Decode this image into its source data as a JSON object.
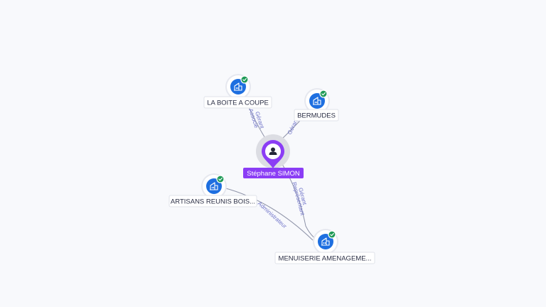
{
  "person": {
    "name": "Stéphane SIMON",
    "icon": "person-icon"
  },
  "companies": [
    {
      "id": "boite",
      "name": "LA BOITE A COUPE",
      "icon": "building-icon",
      "status": "verified-check"
    },
    {
      "id": "bermudes",
      "name": "BERMUDES",
      "icon": "building-icon",
      "status": "verified-check"
    },
    {
      "id": "artisans",
      "name": "ARTISANS REUNIS BOIS...",
      "icon": "building-icon",
      "status": "verified-check"
    },
    {
      "id": "menuiserie",
      "name": "MENUISERIE AMENAGEME...",
      "icon": "building-icon",
      "status": "verified-check"
    }
  ],
  "edges": [
    {
      "from": "person",
      "to": "boite",
      "roles": [
        "Gérant",
        "Associé"
      ]
    },
    {
      "from": "person",
      "to": "bermudes",
      "roles": [
        "Gérant"
      ]
    },
    {
      "from": "person",
      "to": "menuiserie",
      "roles": [
        "Gérant",
        "Représentant"
      ]
    },
    {
      "from": "artisans",
      "to": "menuiserie",
      "roles": [
        "Administrateur"
      ]
    }
  ],
  "colors": {
    "person_accent": "#8b3df5",
    "company_icon": "#1e6fe0",
    "verified": "#1f9a57",
    "edge": "#8e93a8",
    "edge_label": "#6f73c8"
  }
}
